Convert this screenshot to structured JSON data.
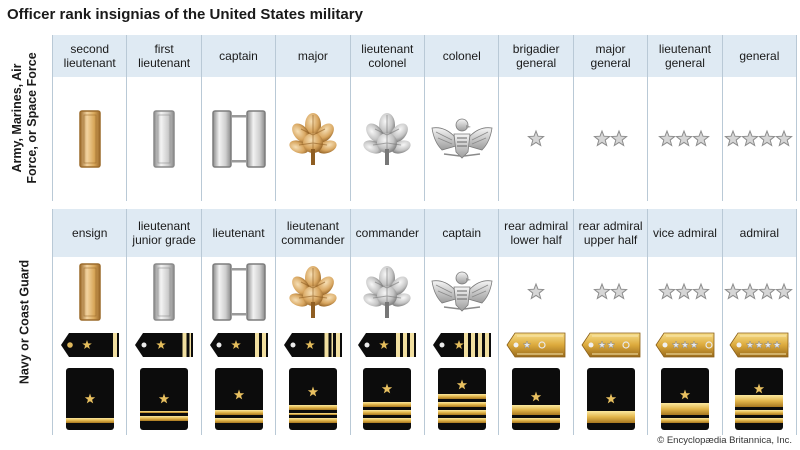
{
  "title": "Officer rank insignias of the United States military",
  "credit": "© Encyclopædia Britannica, Inc.",
  "army": {
    "heading": "Army, Marines, Air Force, or Space Force",
    "ranks": [
      {
        "label": "second lieutenant",
        "insignia": "gold-bar-icon"
      },
      {
        "label": "first lieutenant",
        "insignia": "silver-bar-icon"
      },
      {
        "label": "captain",
        "insignia": "double-silver-bars-icon"
      },
      {
        "label": "major",
        "insignia": "gold-oak-leaf-icon"
      },
      {
        "label": "lieutenant colonel",
        "insignia": "silver-oak-leaf-icon"
      },
      {
        "label": "colonel",
        "insignia": "silver-eagle-icon"
      },
      {
        "label": "brigadier general",
        "insignia": "one-star-icon"
      },
      {
        "label": "major general",
        "insignia": "two-star-icon"
      },
      {
        "label": "lieutenant general",
        "insignia": "three-star-icon"
      },
      {
        "label": "general",
        "insignia": "four-star-icon"
      }
    ]
  },
  "navy": {
    "heading": "Navy or Coast Guard",
    "ranks": [
      {
        "label": "ensign",
        "insignia": "gold-bar-icon"
      },
      {
        "label": "lieutenant junior grade",
        "insignia": "silver-bar-icon"
      },
      {
        "label": "lieutenant",
        "insignia": "double-silver-bars-icon"
      },
      {
        "label": "lieutenant commander",
        "insignia": "gold-oak-leaf-icon"
      },
      {
        "label": "commander",
        "insignia": "silver-oak-leaf-icon"
      },
      {
        "label": "captain",
        "insignia": "silver-eagle-icon"
      },
      {
        "label": "rear admiral lower half",
        "insignia": "one-star-icon"
      },
      {
        "label": "rear admiral upper half",
        "insignia": "two-star-icon"
      },
      {
        "label": "vice admiral",
        "insignia": "three-star-icon"
      },
      {
        "label": "admiral",
        "insignia": "four-star-icon"
      }
    ]
  },
  "colors": {
    "header_bg": "#dfeaf3",
    "grid_line": "#b9c9d6",
    "gold": "#d9a85b",
    "silver": "#c8c8c8",
    "navy_black": "#0c0c0c"
  }
}
